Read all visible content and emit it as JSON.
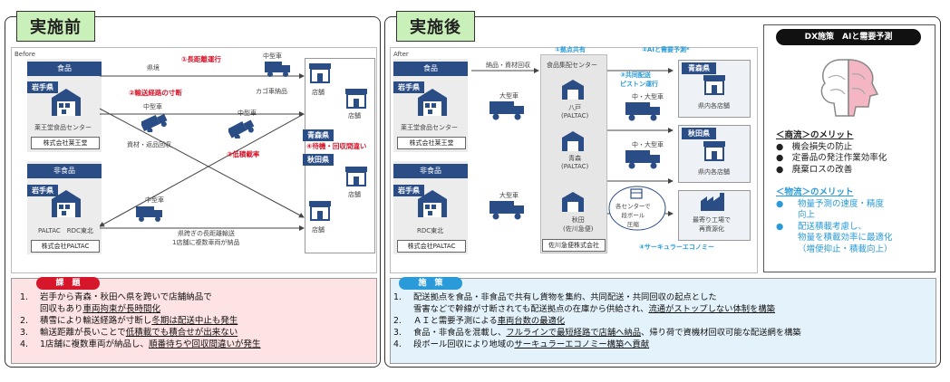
{
  "before": {
    "tag": "実施前",
    "corner_label": "Before",
    "food_header": "食品",
    "nonfood_header": "非食品",
    "pref_iwate_1": "岩手県",
    "pref_iwate_2": "岩手県",
    "food_center_label": "莱王堂食品センター",
    "food_company": "株式会社莱王堂",
    "nonfood_center_label": "PALTAC　RDC東北",
    "nonfood_company": "株式会社PALTAC",
    "pref_aomori": "青森県",
    "pref_akita": "秋田県",
    "store_labels": [
      "店舗",
      "店舗",
      "店舗",
      "店舗"
    ],
    "issue1": "①長距離運行",
    "issue2": "②輸送経路の寸断",
    "issue3": "③低積載率",
    "issue4": "④待機・回収間違い",
    "kenkyo": "県境",
    "truck_mid_1": "中型車",
    "truck_mid_2": "中型車",
    "truck_mid_3": "中型車",
    "truck_mid_4": "中型車",
    "kago": "カゴ車納品",
    "shizai": "資材・返品回収",
    "note_long": "県跨ぎの長距離輸送",
    "note_multi": "1店舗に複数車両が納品"
  },
  "after": {
    "tag": "実施後",
    "corner_label": "After",
    "food_header": "食品",
    "nonfood_header": "非食品",
    "pref_iwate_1": "岩手県",
    "pref_iwate_2": "岩手県",
    "food_center_label": "莱王堂食品センター",
    "food_company": "株式会社莱王堂",
    "nonfood_center_label": "RDC東北",
    "nonfood_company": "株式会社PALTAC",
    "products_label": "納品・資材回収",
    "hub_title": "食品集配センター",
    "hub1_label": "①拠点共有",
    "hub2_label": "②AIと需要予測*",
    "hub3_label": "③共同配送\nピストン運行",
    "hub4_label": "④サーキュラーエコノミー",
    "hachinohe": "八戸\n(PALTAC)",
    "aomori_center": "青森\n(PALTAC)",
    "akita_center": "秋田\n(佐川急便)",
    "sagawa": "佐川急便株式会社",
    "large_truck_1": "大型車",
    "large_truck_2": "大型車",
    "midlarge_1": "中・大型車",
    "midlarge_2": "中・大型車",
    "pref_aomori": "青森県",
    "pref_akita": "秋田県",
    "stores_aomori": "県内各店舗",
    "stores_akita": "県内各店舗",
    "cardboard": "各センターで\n段ボール\n圧縮",
    "factory": "最寄り工場で\n再資源化"
  },
  "dx": {
    "title": "DX施策　AIと需要予測",
    "commerce_header": "＜商流＞のメリット",
    "commerce_items": [
      "機会損失の防止",
      "定番品の発注作業効率化",
      "廃棄ロスの改善"
    ],
    "logistics_header": "＜物流＞のメリット",
    "logistics_items": [
      "物量予測の速度・精度\n向上",
      "配送積載考慮し、\n物量を積載効率に最適化\n（増便抑止・積載向上）"
    ]
  },
  "issues": {
    "pill": "課　題",
    "items": [
      {
        "n": "1.",
        "a": "岩手から青森・秋田へ県を跨いで店舗納品で",
        "b": "回収もあり",
        "c": "車両拘束が長時間化",
        "d": ""
      },
      {
        "n": "2.",
        "a": "積雪により輸送経路が寸断し",
        "b": "",
        "c": "冬期は配送中止も発生",
        "d": ""
      },
      {
        "n": "3.",
        "a": "輸送距離が長いことで",
        "b": "",
        "c": "低積載でも積合せが出来ない",
        "d": ""
      },
      {
        "n": "4.",
        "a": "1店舗に複数車両が納品し、",
        "b": "",
        "c": "順番待ちや回収間違いが発生",
        "d": ""
      }
    ]
  },
  "measures": {
    "pill": "施　策",
    "items": [
      {
        "n": "1.",
        "line1": "配送拠点を食品・非食品で共有し貨物を集約、共同配送・共同回収の起点とした",
        "line2a": "雪害などで幹線が寸断されても配送拠点の在庫から供給され、",
        "line2b": "流通がストップしない体制を構築"
      },
      {
        "n": "2.",
        "line1a": "ＡＩと需要予測による",
        "line1b": "車両台数の最適化"
      },
      {
        "n": "3.",
        "line1a": "食品・非食品を混載し、",
        "line1b": "フルラインで最短経路で店舗へ納品",
        "line1c": "、帰り荷で資機材回収可能な配送網を構築"
      },
      {
        "n": "4.",
        "line1a": "段ボール回収により地域の",
        "line1b": "サーキュラーエコノミー構築へ貢献"
      }
    ]
  },
  "colors": {
    "tag": "#c9f0b8",
    "issue_red": "#d6162a",
    "measure_blue": "#2a9bd8",
    "navy": "#2b4d86",
    "issues_bg": "#fde3e3",
    "measures_bg": "#e3f2fb"
  }
}
